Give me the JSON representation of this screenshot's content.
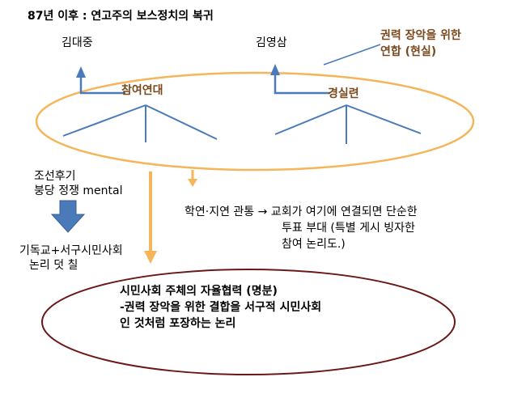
{
  "heading": "87년 이후 : 연고주의 보스정치의 복귀",
  "leaders": {
    "left": "김대중",
    "right": "김영삼"
  },
  "groups": {
    "left": "참여연대",
    "right": "경실련"
  },
  "callout": {
    "line1": "권력 장악을 위한",
    "line2": "연합 (현실)"
  },
  "history": {
    "line1": "조선후기",
    "line2": "붕당 정쟁 mental"
  },
  "overlay": {
    "line1": "기독교+서구시민사회",
    "line2": "논리 덧 칠"
  },
  "ties": {
    "line1": "학연·지연 관통 → 교회가 여기에 연결되면 단순한",
    "line2": "투표 부대 (특별 게시 빙자한",
    "line3": "참여 논리도.)"
  },
  "civil": {
    "line1": "시민사회 주체의 자율협력 (명분)",
    "line2": "-권력 장악을 위한 결합을 서구적 시민사회",
    "line3": "인 것처럼 포장하는 논리"
  },
  "colors": {
    "ellipse_top": "#f5b55a",
    "ellipse_bottom": "#6a1818",
    "arrow_blue": "#4a7ab8",
    "arrow_orange": "#f5b55a",
    "brown_text": "#7a4a1e"
  },
  "icons": [
    "up-arrow-icon",
    "down-arrow-icon"
  ]
}
